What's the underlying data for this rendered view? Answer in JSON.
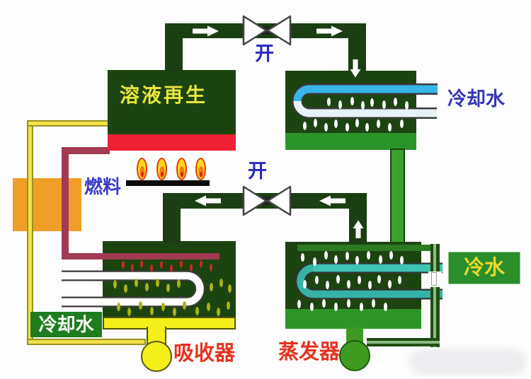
{
  "diagram": {
    "labels": {
      "generator": "溶液再生",
      "fuel": "燃料",
      "valve_top": "开",
      "valve_bottom": "开",
      "cooling_water_condenser": "冷却水",
      "cooling_water_absorber": "冷却水",
      "cold_water": "冷水",
      "absorber": "吸收器",
      "evaporator": "蒸发器"
    },
    "colors": {
      "tank_dark_green": "#1c4410",
      "pipe_dark_green": "#1b3e12",
      "bottom_strip_green": "#2b9328",
      "generator_heat_red": "#ee2135",
      "absorber_liquid_yellow": "#f4ee1b",
      "heat_exchanger_orange": "#f09e28",
      "weak_solution_pipe_yellow": "#f2e24a",
      "strong_solution_pipe_maroon": "#a13a52",
      "cooling_tube_blue": "#38b6e9",
      "cooling_tube_pale": "#e6f2f5",
      "chilled_tube_teal": "#34b3a6",
      "condensate_pipe_green": "#3aa32d",
      "evaporator_bulb_green": "#3f9a22",
      "label_blue": "#3535b5",
      "label_red": "#e5331f",
      "label_yellow_generator": "#e9e43c",
      "cold_water_box_green": "#2a8f2a",
      "cooling_water_box_green": "#1e7d1e",
      "flame_yellow": "#ffd819",
      "flame_orange": "#f07c10"
    }
  }
}
